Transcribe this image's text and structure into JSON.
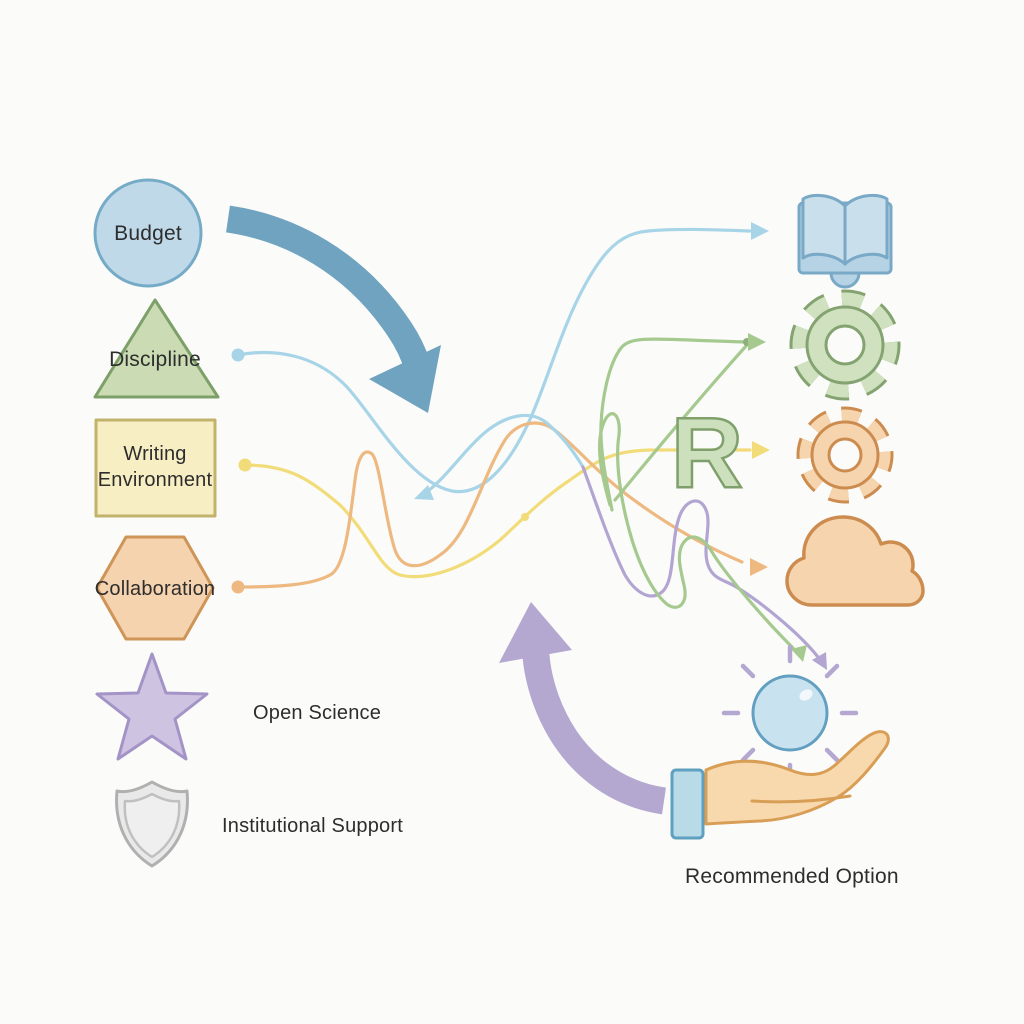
{
  "diagram": {
    "title_implicit": "",
    "factors": [
      {
        "label": "Budget",
        "shape": "circle"
      },
      {
        "label": "Discipline",
        "shape": "triangle"
      },
      {
        "label": "Writing Environment",
        "shape": "rectangle"
      },
      {
        "label": "Collaboration",
        "shape": "hexagon"
      },
      {
        "label": "Open Science",
        "shape": "star"
      },
      {
        "label": "Institutional Support",
        "shape": "shield"
      }
    ],
    "options": [
      {
        "icon": "open-book-icon"
      },
      {
        "icon": "gear-icon-green"
      },
      {
        "icon": "r-letter-with-gear-icon",
        "letter": "R"
      },
      {
        "icon": "cloud-icon"
      }
    ],
    "recommendation": {
      "icon": "hand-holding-sphere-icon",
      "label": "Recommended Option"
    },
    "colors": {
      "background": "#fbfcfa",
      "node_blue_fill": "#bfd9e9",
      "node_blue_stroke": "#76abc7",
      "node_green_fill": "#cbdcb4",
      "node_green_stroke": "#7d9f68",
      "node_yellow_fill": "#f7efc3",
      "node_yellow_stroke": "#c2b26c",
      "node_orange_fill": "#f4d3ae",
      "node_orange_stroke": "#cf9457",
      "node_purple_fill": "#cfc3e2",
      "node_purple_stroke": "#a493c6",
      "node_gray_fill": "#e9e9e9",
      "node_gray_stroke": "#b0b0b0",
      "thick_arrow_blue": "#6fa3bf",
      "thick_arrow_purple": "#b4a7d0",
      "line_blue": "#a8d4e8",
      "line_yellow": "#f2dc7a",
      "line_orange": "#eeb980",
      "line_green": "#a5c98f",
      "line_purple": "#b3a5d1",
      "text": "#2d2d2d"
    }
  }
}
